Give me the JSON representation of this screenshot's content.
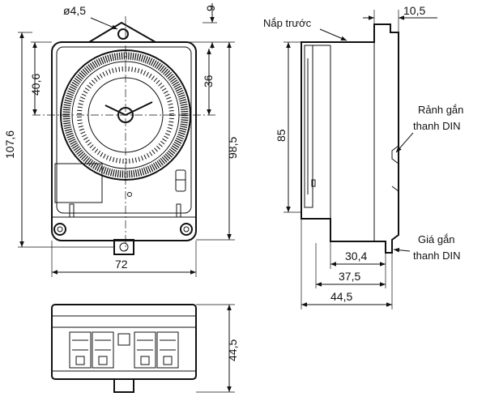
{
  "front_view": {
    "hole_dim": "ø4,5",
    "width_dim": "72",
    "height_dim": "107,6",
    "hole_height_dim": "98,5",
    "center_dim": "40,6",
    "dial_dim": "36",
    "top_dim": "9"
  },
  "side_view": {
    "depth_top_dim": "10,5",
    "height_dim": "85",
    "depth_dims": [
      "30,4",
      "37,5",
      "44,5"
    ],
    "labels": {
      "front_cover": "Nắp trước",
      "din_groove_line1": "Rảnh gắn",
      "din_groove_line2": "thanh DIN",
      "din_mount_line1": "Giá gắn",
      "din_mount_line2": "thanh DIN"
    }
  },
  "bottom_view": {
    "depth_dim": "44,5"
  }
}
